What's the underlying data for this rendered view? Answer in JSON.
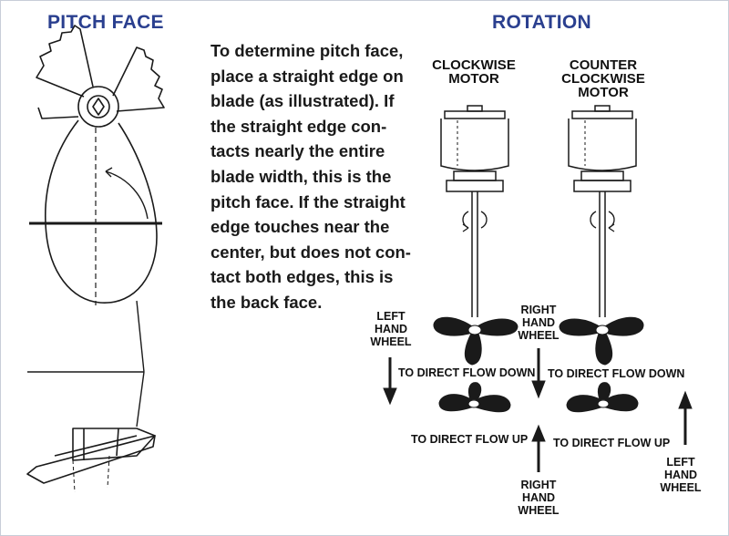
{
  "left": {
    "title": "PITCH FACE"
  },
  "right": {
    "title": "ROTATION"
  },
  "description": {
    "lines": [
      "To determine pitch face,",
      "place a straight edge on",
      "blade (as illustrated). If",
      "the straight edge con-",
      "tacts nearly the entire",
      "blade width, this is the",
      "pitch face. If the straight",
      "edge touches near the",
      "center, but does not con-",
      "tact both edges, this is",
      "the back face."
    ]
  },
  "motors": {
    "clockwise": "CLOCKWISE\nMOTOR",
    "counter": "COUNTER\nCLOCKWISE\nMOTOR"
  },
  "labels": {
    "left_hand_wheel_top": "LEFT\nHAND\nWHEEL",
    "right_hand_wheel_top": "RIGHT\nHAND\nWHEEL",
    "flow_down_1": "TO DIRECT FLOW DOWN",
    "flow_down_2": "TO DIRECT FLOW DOWN",
    "flow_up_1": "TO DIRECT FLOW UP",
    "flow_up_2": "TO DIRECT FLOW UP",
    "right_hand_wheel_bottom": "RIGHT\nHAND\nWHEEL",
    "left_hand_wheel_bottom": "LEFT\nHAND\nWHEEL"
  },
  "colors": {
    "heading": "#2a3f8f",
    "ink": "#1a1a1a"
  }
}
